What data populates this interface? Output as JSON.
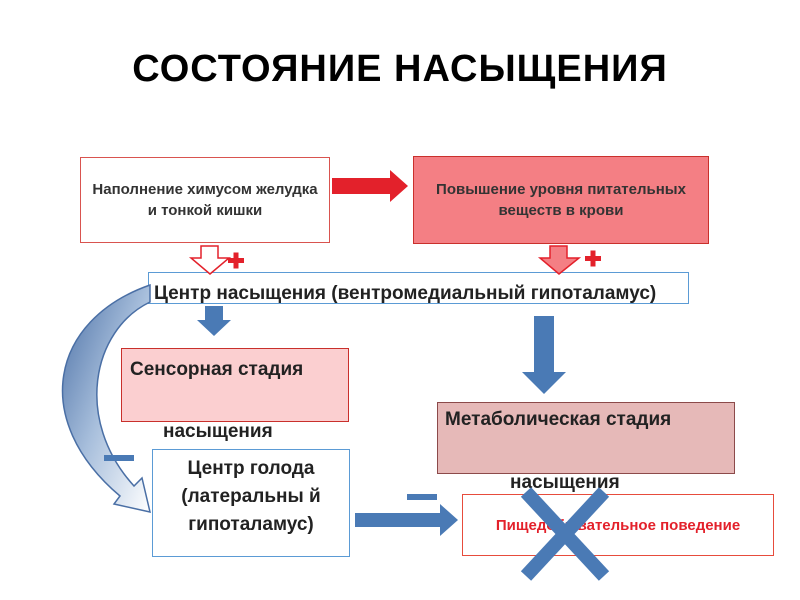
{
  "title": "СОСТОЯНИЕ НАСЫЩЕНИЯ",
  "boxes": {
    "filling": "Наполнение химусом желудка и тонкой кишки",
    "nutrient_level": "Повышение уровня питательных веществ в крови",
    "satiety_center": "Центр насыщения (вентромедиальный гипоталамус)",
    "sensory_stage_line1": "Сенсорная стадия",
    "sensory_stage_line2": "насыщения",
    "metabolic_stage_line1": "Метаболическая стадия",
    "metabolic_stage_line2": "насыщения",
    "hunger_center": "Центр голода (латеральны й гипоталамус)",
    "food_behavior": "Пищедобывательное поведение"
  },
  "signs": {
    "plus_color": "#e3212b",
    "minus_color": "#4a7ab5"
  },
  "colors": {
    "red_arrow": "#e3212b",
    "blue_arrow": "#4a7ab5",
    "pink_box": "#f47f84",
    "light_pink_box": "#fbcfd0",
    "rose_box": "#e6b9b8"
  }
}
